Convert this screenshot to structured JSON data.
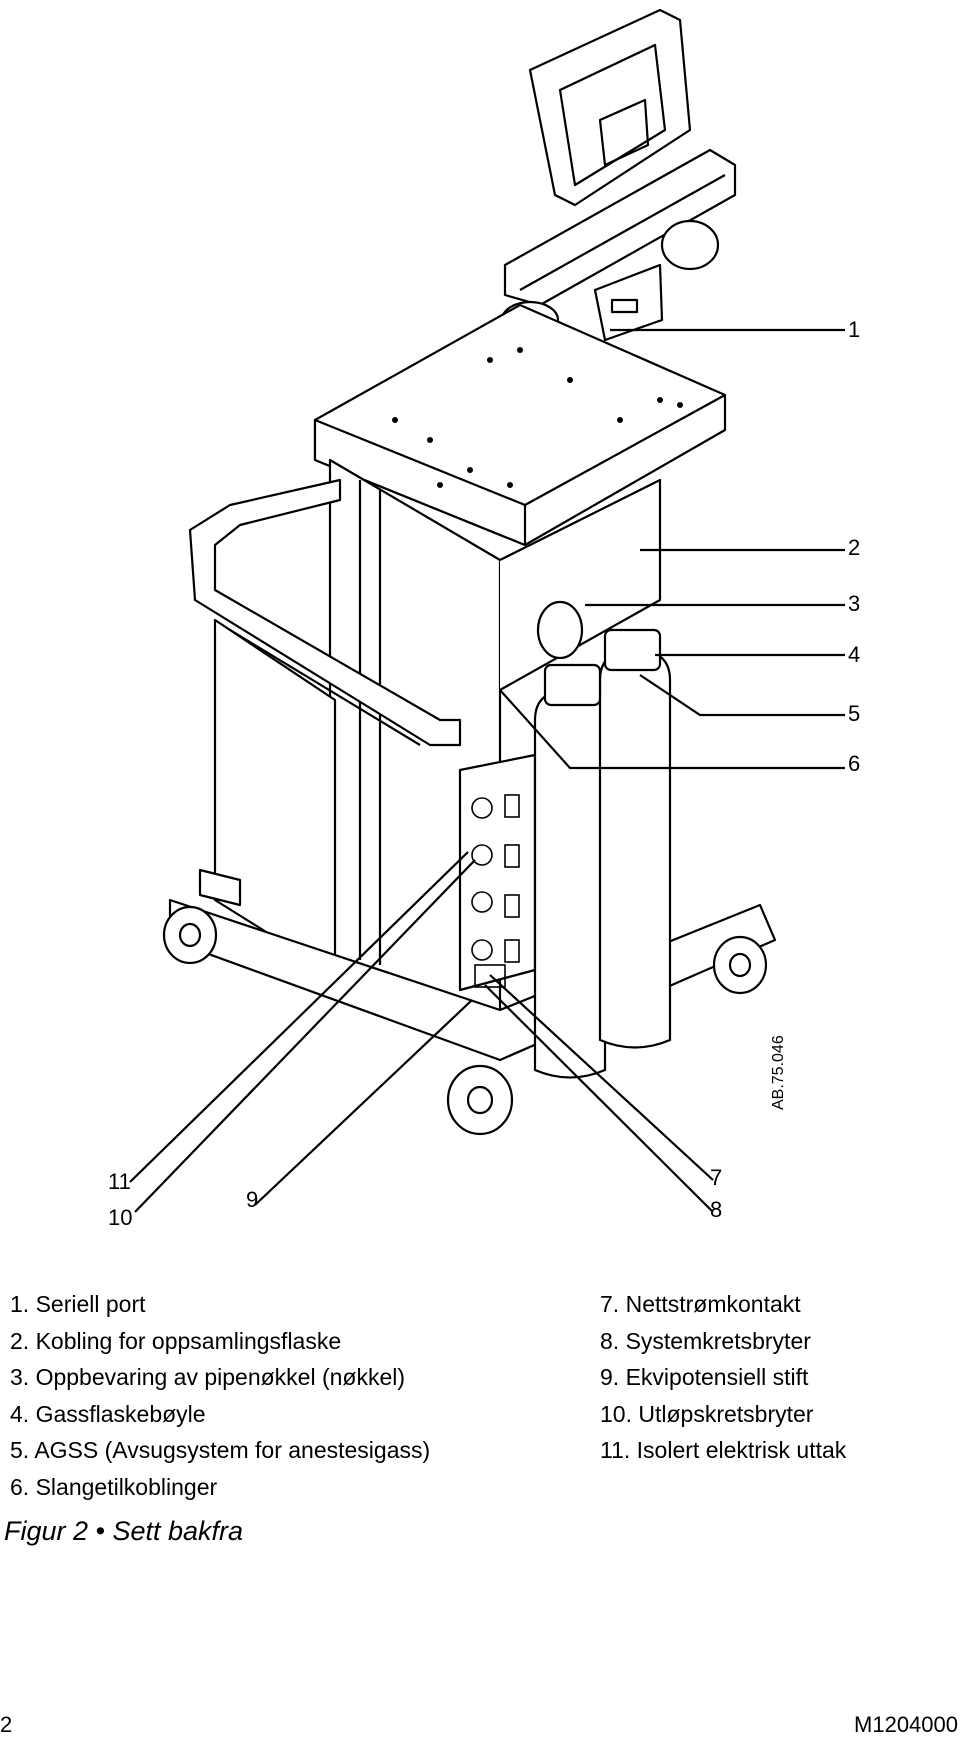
{
  "figure": {
    "code": "AB.75.046",
    "callouts": [
      "1",
      "2",
      "3",
      "4",
      "5",
      "6",
      "7",
      "8",
      "9",
      "10",
      "11"
    ]
  },
  "legend_left": [
    {
      "num": "1.",
      "text": "Seriell port"
    },
    {
      "num": "2.",
      "text": "Kobling for oppsamlingsflaske"
    },
    {
      "num": "3.",
      "text": "Oppbevaring av pipenøkkel (nøkkel)"
    },
    {
      "num": "4.",
      "text": "Gassflaskebøyle"
    },
    {
      "num": "5.",
      "text": "AGSS (Avsugsystem for anestesigass)"
    },
    {
      "num": "6.",
      "text": "Slangetilkoblinger"
    }
  ],
  "legend_right": [
    {
      "num": "7.",
      "text": "Nettstrømkontakt"
    },
    {
      "num": "8.",
      "text": "Systemkretsbryter"
    },
    {
      "num": "9.",
      "text": "Ekvipotensiell stift"
    },
    {
      "num": "10.",
      "text": "Utløpskretsbryter"
    },
    {
      "num": "11.",
      "text": "Isolert elektrisk uttak"
    }
  ],
  "caption": "Figur 2 • Sett bakfra",
  "footer": {
    "page_number": "2",
    "doc_number": "M1204000"
  }
}
